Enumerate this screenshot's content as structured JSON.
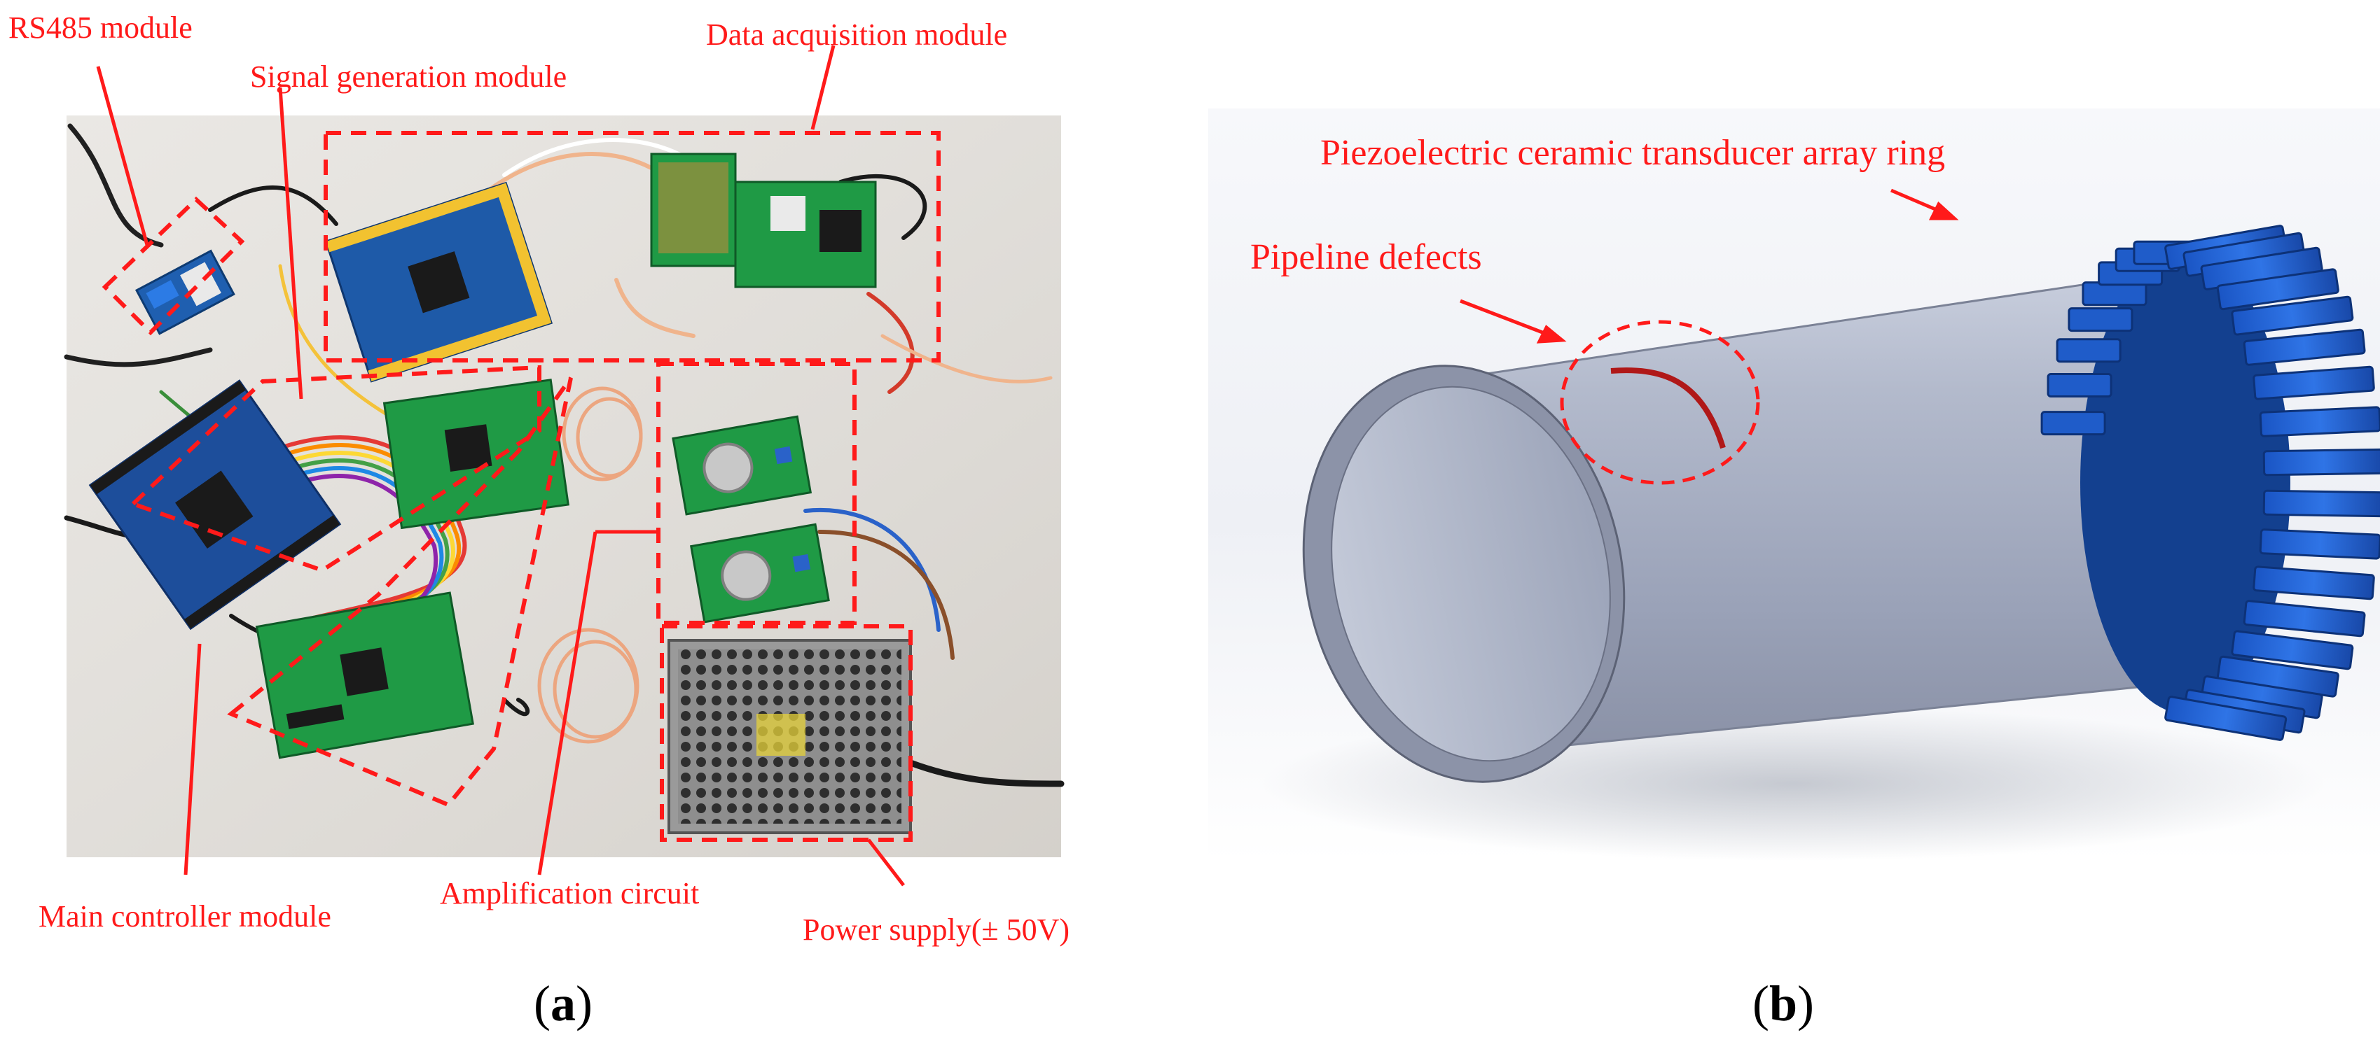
{
  "panel_a": {
    "labels": {
      "rs485": "RS485 module",
      "signal_generation": "Signal generation module",
      "data_acquisition": "Data acquisition module",
      "main_controller": "Main controller module",
      "amplification": "Amplification circuit",
      "power_supply": "Power supply(± 50V)"
    },
    "caption_open": "(",
    "caption_letter": "a",
    "caption_close": ")"
  },
  "panel_b": {
    "labels": {
      "transducer_ring": "Piezoelectric ceramic transducer array ring",
      "defects": "Pipeline defects"
    },
    "caption_open": "(",
    "caption_letter": "b",
    "caption_close": ")"
  },
  "colors": {
    "annotation": "#ff1a1a",
    "board_green": "#1f9a45",
    "board_blue": "#1e5aa8",
    "pipe": "#a6afc6",
    "ring": "#1c5fd0",
    "table": "#e2dfda"
  }
}
